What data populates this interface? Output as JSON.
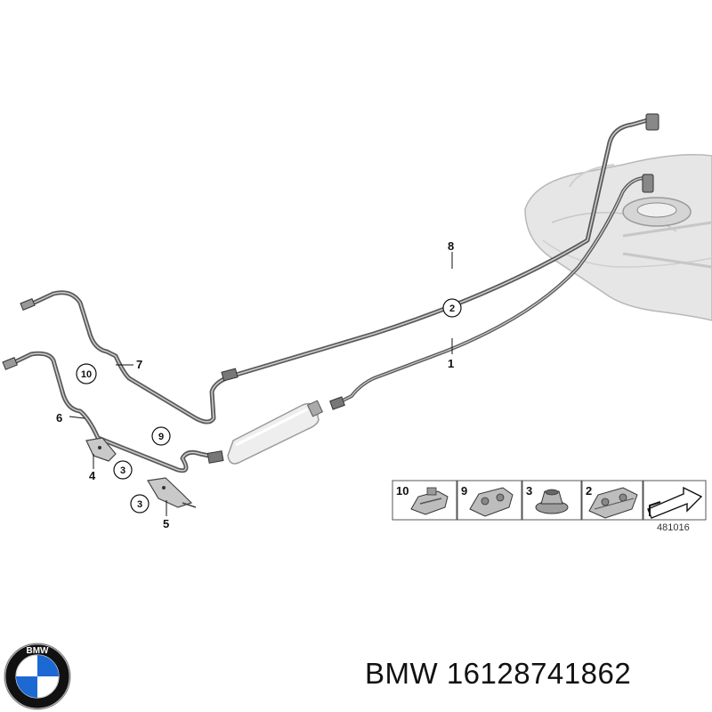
{
  "callouts": {
    "c1": "1",
    "c2": "2",
    "c3a": "3",
    "c3b": "3",
    "c4": "4",
    "c5": "5",
    "c6": "6",
    "c7": "7",
    "c8": "8",
    "c9": "9",
    "c10": "10"
  },
  "legend": {
    "items": [
      {
        "number": "10",
        "icon": "clip-10-icon"
      },
      {
        "number": "9",
        "icon": "clip-9-icon"
      },
      {
        "number": "3",
        "icon": "nut-icon"
      },
      {
        "number": "2",
        "icon": "clip-2-icon"
      }
    ],
    "arrow_icon": "forward-arrow-icon"
  },
  "diagram_code": "481016",
  "logo": {
    "text": "BMW",
    "icon": "bmw-roundel-icon",
    "colors": {
      "blue": "#1c69d4",
      "ring": "#111111"
    }
  },
  "caption": "BMW 16128741862"
}
